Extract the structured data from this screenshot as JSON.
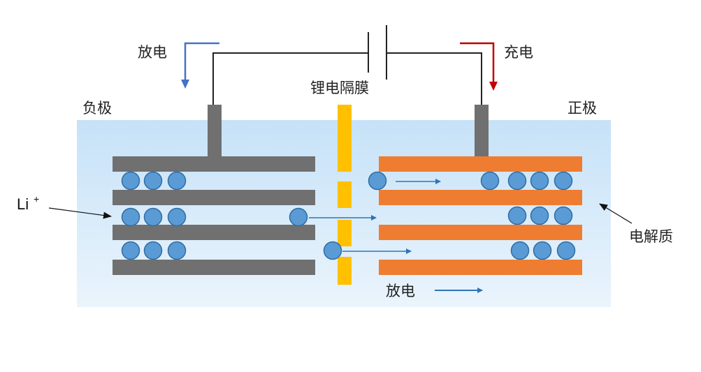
{
  "labels": {
    "discharge_top": "放电",
    "charge_top": "充电",
    "separator": "锂电隔膜",
    "negative": "负极",
    "positive": "正极",
    "li_ion": "Li",
    "li_sup": "+",
    "electrolyte": "电解质",
    "discharge_bottom": "放电"
  },
  "colors": {
    "electrolyte_top": "#c6e2f8",
    "electrolyte_bottom": "#eaf4fc",
    "anode_plate": "#707070",
    "cathode_plate": "#ef7d31",
    "separator": "#ffc000",
    "ion_fill": "#5b9bd5",
    "ion_stroke": "#2e6da4",
    "flow_arrow": "#2e75b6",
    "discharge_arrow": "#4472c4",
    "charge_arrow": "#c00000",
    "wire": "#222222"
  }
}
